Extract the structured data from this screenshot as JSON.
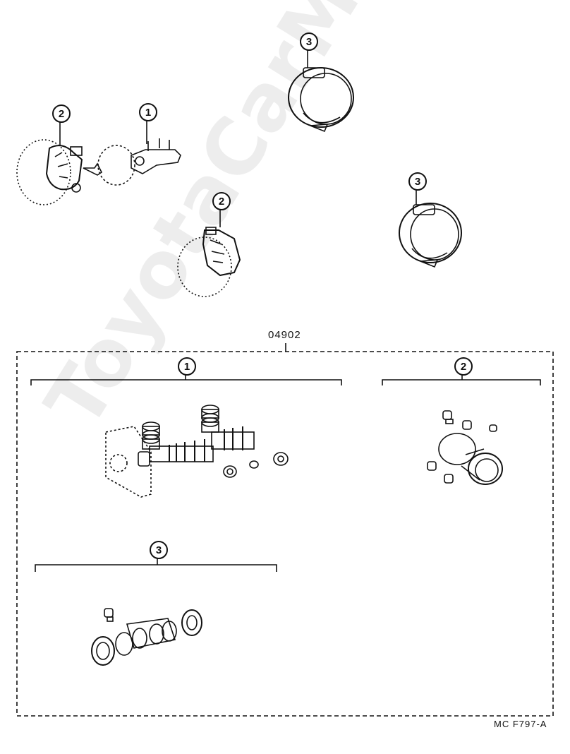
{
  "callouts": {
    "master_cyl": "1",
    "caliper": "2",
    "wheel_cyl": "3"
  },
  "kit_number": "04902",
  "figure_code": "MC  F797-A",
  "watermark": "ToyotaCarMine.ru"
}
